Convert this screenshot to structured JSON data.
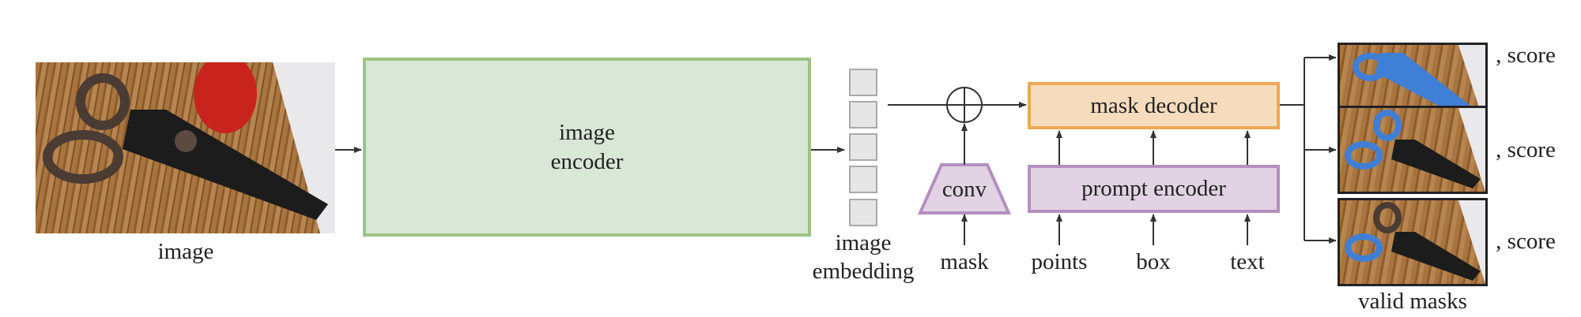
{
  "input": {
    "label": "image"
  },
  "encoder": {
    "label_line1": "image",
    "label_line2": "encoder",
    "border": "#9dc283",
    "fill": "#d8e7d6"
  },
  "embedding": {
    "label_line1": "image",
    "label_line2": "embedding",
    "cells": 5
  },
  "conv": {
    "label": "conv",
    "input_label": "mask",
    "border": "#b48fc0",
    "fill": "#e1d3e3"
  },
  "decoder": {
    "label": "mask decoder",
    "border": "#eba858",
    "fill": "#f6dcbc"
  },
  "prompt_encoder": {
    "label": "prompt encoder",
    "border": "#b48fc0",
    "fill": "#e1d3e3",
    "inputs": [
      "points",
      "box",
      "text"
    ]
  },
  "outputs": {
    "label": "valid masks",
    "items": [
      ", score",
      ", score",
      ", score"
    ],
    "mask_color": "#3f7fd6"
  }
}
